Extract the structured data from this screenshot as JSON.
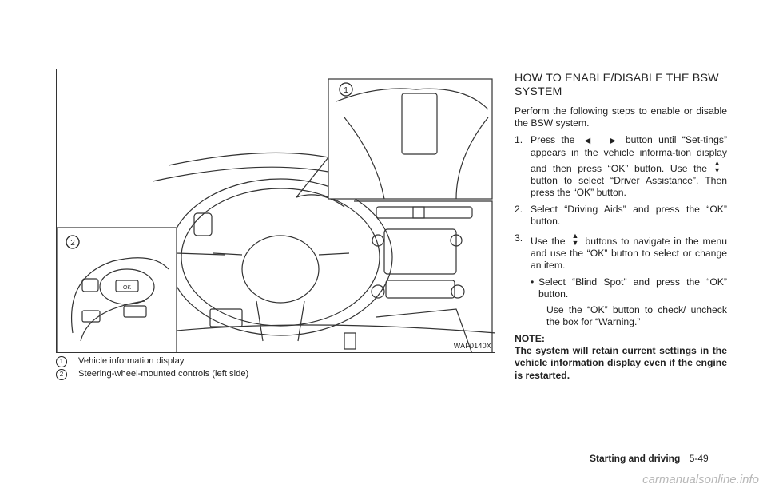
{
  "figure": {
    "code": "WAF0140X",
    "callout_1": "1",
    "callout_2": "2",
    "ok_label": "OK"
  },
  "legend": [
    {
      "num": "1",
      "text": "Vehicle information display"
    },
    {
      "num": "2",
      "text": "Steering-wheel-mounted controls (left side)"
    }
  ],
  "section": {
    "heading_line1": "HOW TO ENABLE/DISABLE THE BSW",
    "heading_line2": "SYSTEM",
    "intro": "Perform the following steps to enable or disable the BSW system.",
    "steps": [
      {
        "num": "1.",
        "part_a": "Press the",
        "part_b": "button until “Set-tings” appears in the vehicle informa-tion display and then press “OK” button. Use the",
        "part_c": "button to select “Driver Assistance”. Then press the “OK” button."
      },
      {
        "num": "2.",
        "text": "Select “Driving Aids” and press the “OK” button."
      },
      {
        "num": "3.",
        "part_a": "Use the",
        "part_b": "buttons to navigate in the menu and use the “OK” button to select or change an item."
      }
    ],
    "bullet": "Select “Blind Spot” and press the “OK” button.",
    "bullet_sub": "Use the “OK” button to check/ uncheck the box for “Warning.”",
    "note_title": "NOTE:",
    "note_body": "The system will retain current settings in the vehicle information display even if the engine is restarted."
  },
  "footer": {
    "section": "Starting and driving",
    "page": "5-49"
  },
  "watermark": "carmanualsonline.info"
}
